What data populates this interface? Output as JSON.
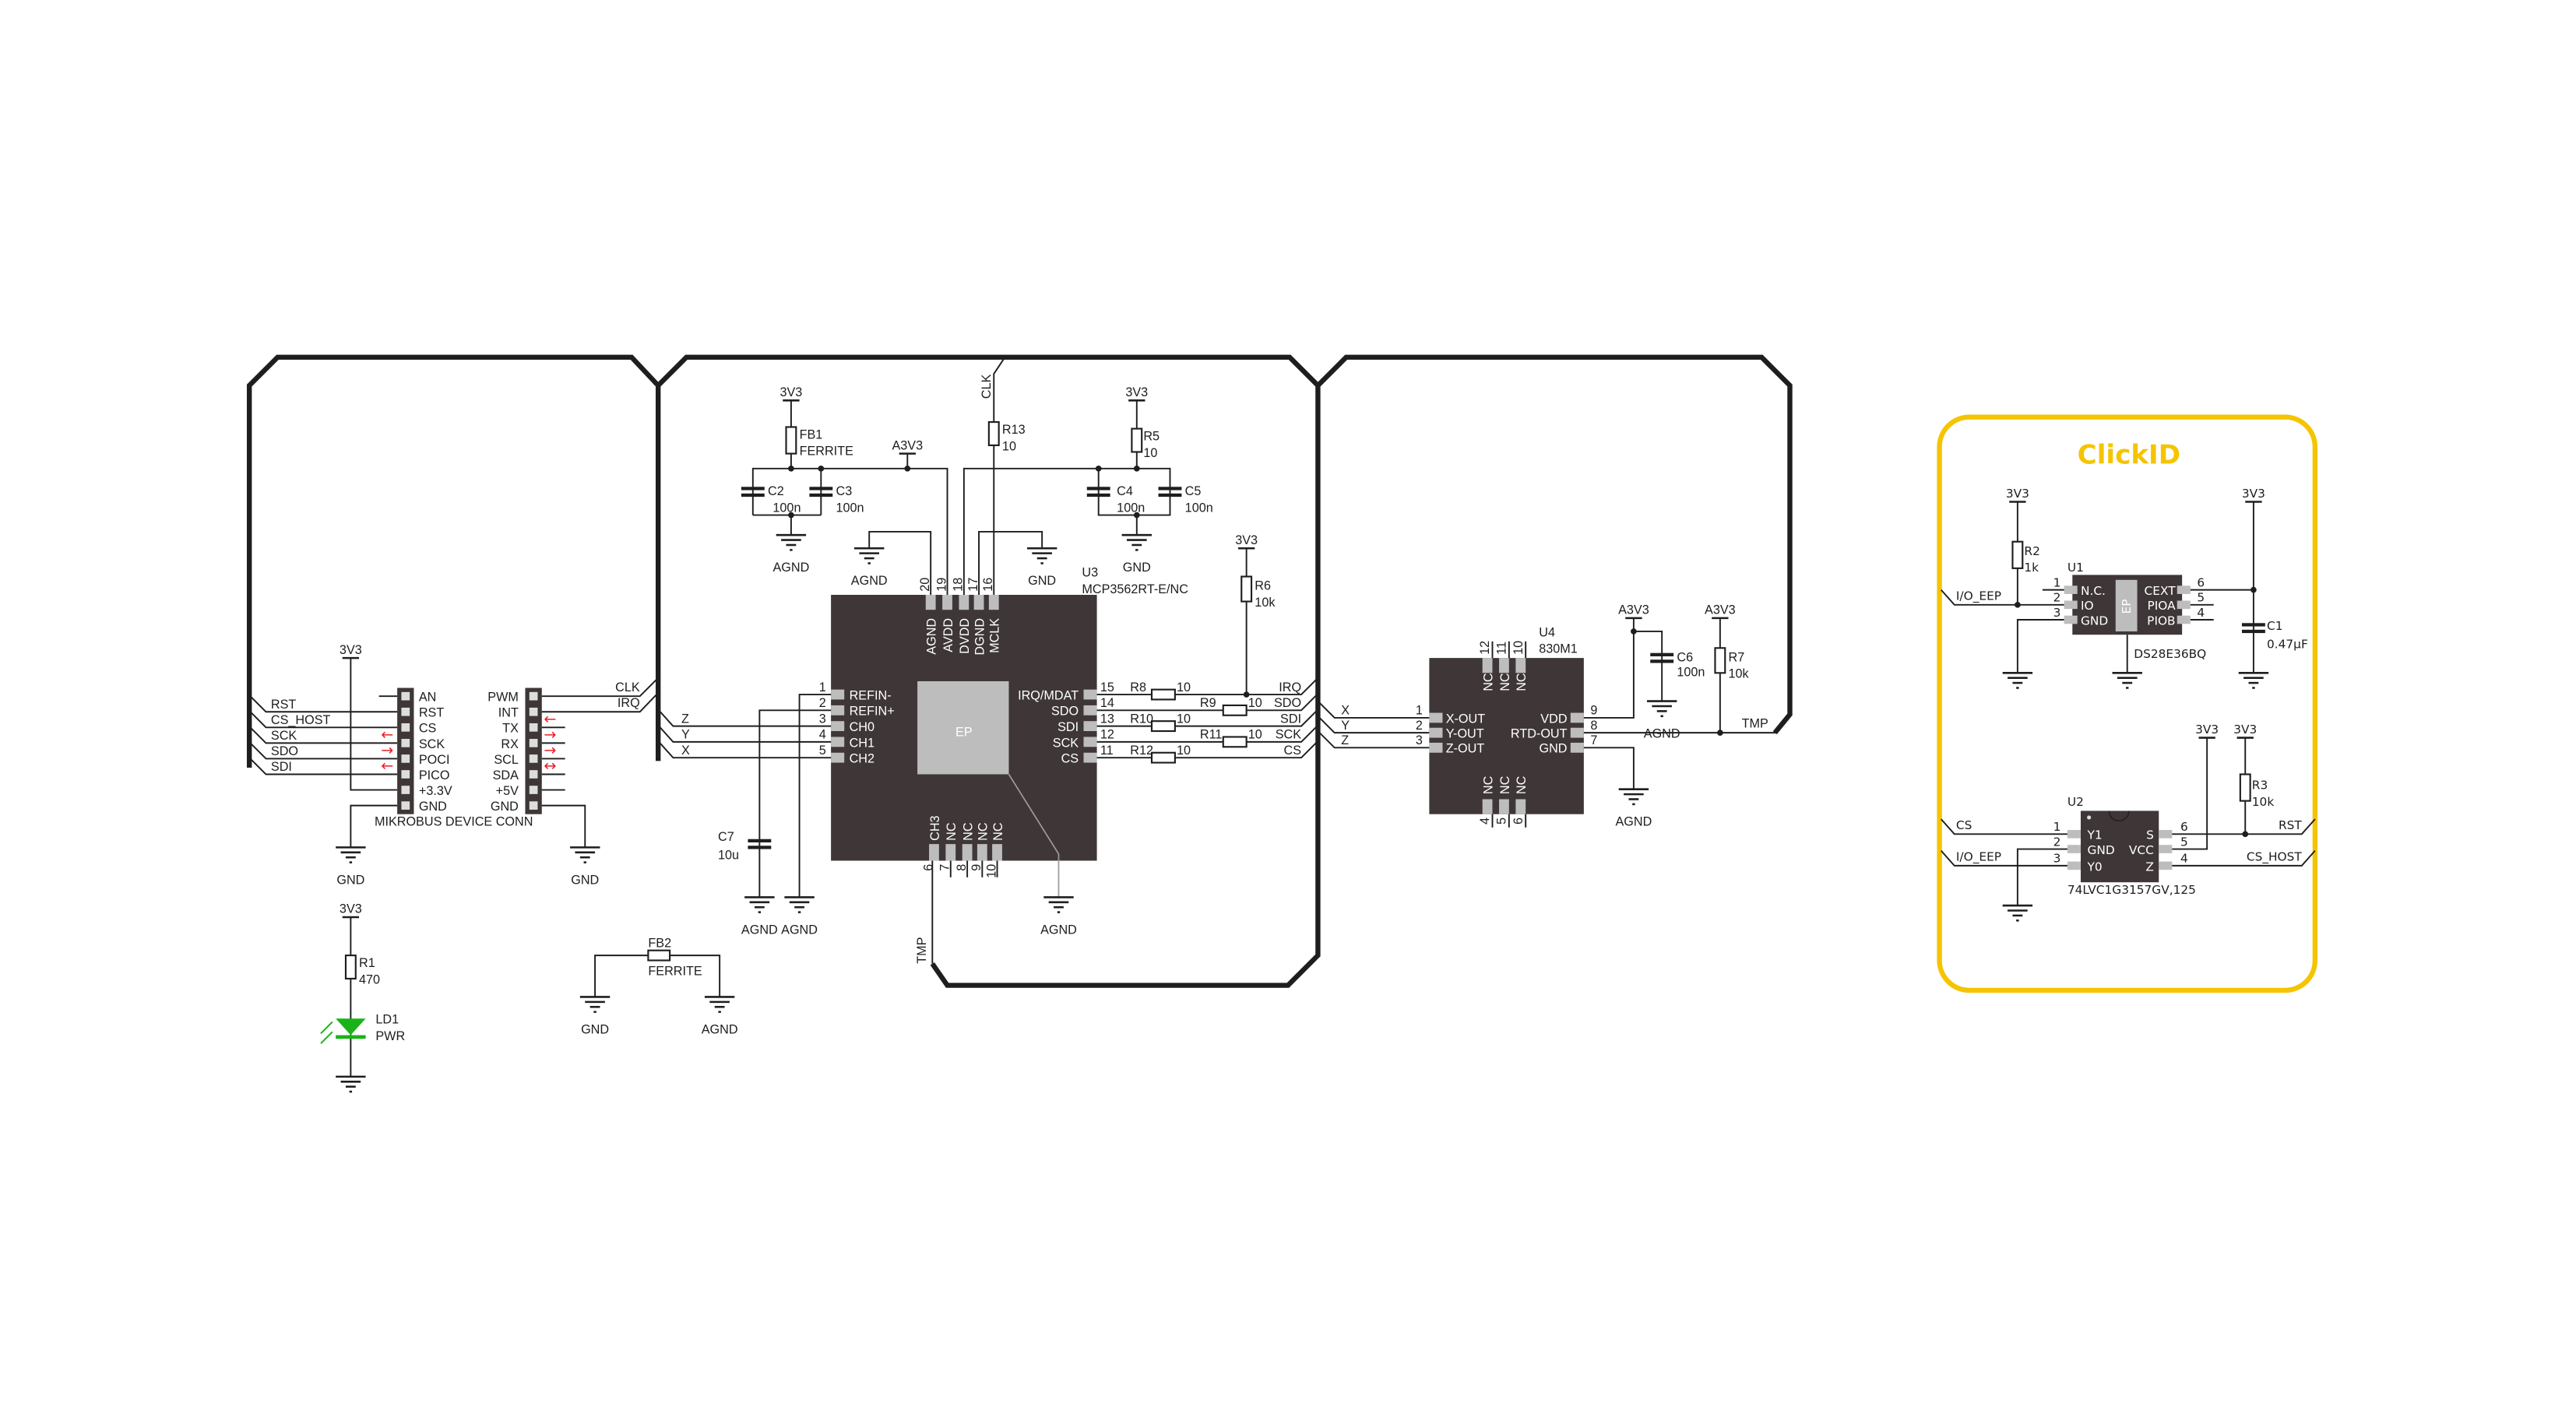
{
  "nets": {
    "rst": "RST",
    "cs_host": "CS_HOST",
    "sck": "SCK",
    "sdo": "SDO",
    "sdi": "SDI",
    "clk": "CLK",
    "irq": "IRQ",
    "x": "X",
    "y": "Y",
    "z": "Z",
    "cs": "CS",
    "tmp": "TMP",
    "io_eep": "I/O_EEP"
  },
  "power": {
    "v3v3": "3V3",
    "a3v3": "A3V3",
    "gnd": "GND",
    "agnd": "AGND"
  },
  "mikrobus": {
    "name": "MIKROBUS DEVICE CONN",
    "left": [
      "AN",
      "RST",
      "CS",
      "SCK",
      "POCI",
      "PICO",
      "+3.3V",
      "GND"
    ],
    "right": [
      "PWM",
      "INT",
      "TX",
      "RX",
      "SCL",
      "SDA",
      "+5V",
      "GND"
    ],
    "arrows_left": [
      "←",
      "→",
      "←"
    ],
    "arrows_right": [
      "←",
      "→",
      "→",
      "↔"
    ]
  },
  "u3": {
    "ref": "U3",
    "part": "MCP3562RT-E/NC",
    "ep": "EP",
    "left_pins": [
      {
        "num": "1",
        "name": "REFIN-"
      },
      {
        "num": "2",
        "name": "REFIN+"
      },
      {
        "num": "3",
        "name": "CH0"
      },
      {
        "num": "4",
        "name": "CH1"
      },
      {
        "num": "5",
        "name": "CH2"
      }
    ],
    "right_pins": [
      {
        "num": "15",
        "name": "IRQ/MDAT"
      },
      {
        "num": "14",
        "name": "SDO"
      },
      {
        "num": "13",
        "name": "SDI"
      },
      {
        "num": "12",
        "name": "SCK"
      },
      {
        "num": "11",
        "name": "CS"
      }
    ],
    "top_pins": [
      {
        "num": "20",
        "name": "AGND"
      },
      {
        "num": "19",
        "name": "AVDD"
      },
      {
        "num": "18",
        "name": "DVDD"
      },
      {
        "num": "17",
        "name": "DGND"
      },
      {
        "num": "16",
        "name": "MCLK"
      }
    ],
    "bottom_pins": [
      {
        "num": "6",
        "name": "CH3"
      },
      {
        "num": "7",
        "name": "NC"
      },
      {
        "num": "8",
        "name": "NC"
      },
      {
        "num": "9",
        "name": "NC"
      },
      {
        "num": "10",
        "name": "NC"
      }
    ]
  },
  "u4": {
    "ref": "U4",
    "part": "830M1",
    "left_pins": [
      {
        "num": "1",
        "name": "X-OUT"
      },
      {
        "num": "2",
        "name": "Y-OUT"
      },
      {
        "num": "3",
        "name": "Z-OUT"
      }
    ],
    "right_pins": [
      {
        "num": "9",
        "name": "VDD"
      },
      {
        "num": "8",
        "name": "RTD-OUT"
      },
      {
        "num": "7",
        "name": "GND"
      }
    ],
    "top_pins": [
      {
        "num": "12",
        "name": "NC"
      },
      {
        "num": "11",
        "name": "NC"
      },
      {
        "num": "10",
        "name": "NC"
      }
    ],
    "bottom_pins": [
      {
        "num": "4",
        "name": "NC"
      },
      {
        "num": "5",
        "name": "NC"
      },
      {
        "num": "6",
        "name": "NC"
      }
    ]
  },
  "passives": {
    "fb1": {
      "ref": "FB1",
      "value": "FERRITE"
    },
    "fb2": {
      "ref": "FB2",
      "value": "FERRITE"
    },
    "c2": {
      "ref": "C2",
      "value": "100n"
    },
    "c3": {
      "ref": "C3",
      "value": "100n"
    },
    "c4": {
      "ref": "C4",
      "value": "100n"
    },
    "c5": {
      "ref": "C5",
      "value": "100n"
    },
    "c6": {
      "ref": "C6",
      "value": "100n"
    },
    "c7": {
      "ref": "C7",
      "value": "10u"
    },
    "r1": {
      "ref": "R1",
      "value": "470"
    },
    "r5": {
      "ref": "R5",
      "value": "10"
    },
    "r6": {
      "ref": "R6",
      "value": "10k"
    },
    "r7": {
      "ref": "R7",
      "value": "10k"
    },
    "r8": {
      "ref": "R8",
      "value": "10"
    },
    "r9": {
      "ref": "R9",
      "value": "10"
    },
    "r10": {
      "ref": "R10",
      "value": "10"
    },
    "r11": {
      "ref": "R11",
      "value": "10"
    },
    "r12": {
      "ref": "R12",
      "value": "10"
    },
    "r13": {
      "ref": "R13",
      "value": "10"
    },
    "ld1": {
      "ref": "LD1",
      "value": "PWR"
    }
  },
  "clickid": {
    "title": "ClickID",
    "u1": {
      "ref": "U1",
      "part": "DS28E36BQ",
      "ep": "EP",
      "left_pins": [
        {
          "num": "1",
          "name": "N.C."
        },
        {
          "num": "2",
          "name": "IO"
        },
        {
          "num": "3",
          "name": "GND"
        }
      ],
      "right_pins": [
        {
          "num": "6",
          "name": "CEXT"
        },
        {
          "num": "5",
          "name": "PIOA"
        },
        {
          "num": "4",
          "name": "PIOB"
        }
      ]
    },
    "u2": {
      "ref": "U2",
      "part": "74LVC1G3157GV,125",
      "left_pins": [
        {
          "num": "1",
          "name": "Y1"
        },
        {
          "num": "2",
          "name": "GND"
        },
        {
          "num": "3",
          "name": "Y0"
        }
      ],
      "right_pins": [
        {
          "num": "6",
          "name": "S"
        },
        {
          "num": "5",
          "name": "VCC"
        },
        {
          "num": "4",
          "name": "Z"
        }
      ]
    },
    "r2": {
      "ref": "R2",
      "value": "1k"
    },
    "r3": {
      "ref": "R3",
      "value": "10k"
    },
    "c1": {
      "ref": "C1",
      "value": "0.47µF"
    }
  },
  "colors": {
    "chip": "#3f3737",
    "pad": "#bdbdbd",
    "wire": "#1e1e1e",
    "led": "#19b319",
    "arrow": "#e8202a",
    "clickid": "#f5c400"
  }
}
